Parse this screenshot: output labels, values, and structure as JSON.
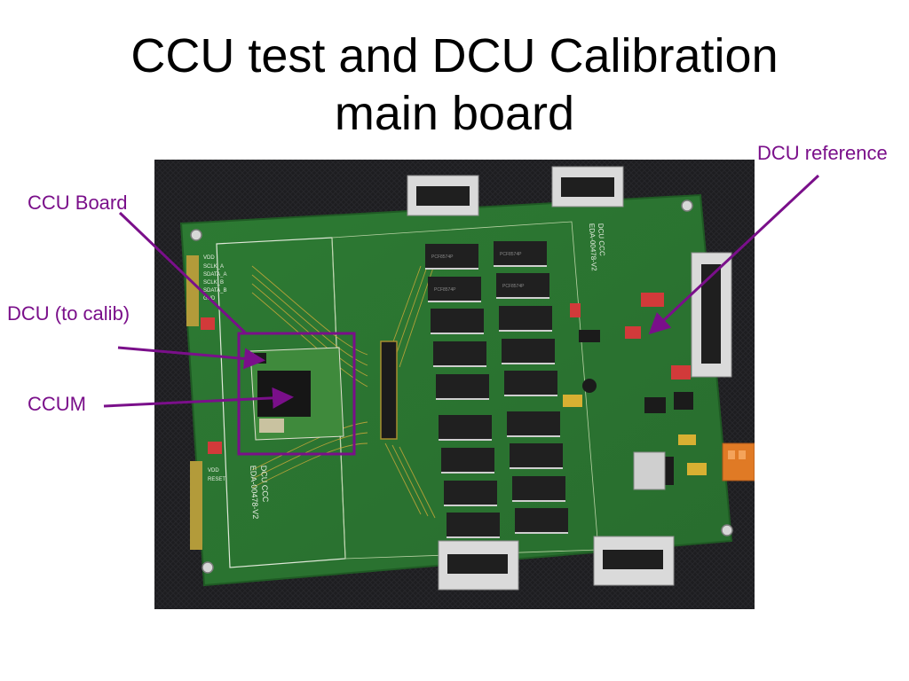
{
  "slide": {
    "title_line1": "CCU test and DCU Calibration",
    "title_line2": "main board"
  },
  "callouts": {
    "ccu_board": "CCU Board",
    "dcu_to_calib": "DCU (to calib)",
    "ccum": "CCUM",
    "dcu_reference": "DCU reference"
  },
  "pcb_silkscreen": {
    "board_name": "DCU CCC",
    "board_id": "EDA-00478-V2",
    "chip_marking": "PCF8574P",
    "pins_left": [
      "VDD",
      "SCLK_A",
      "SDATA_A",
      "SCLK_B",
      "SDATA_B",
      "GND"
    ],
    "pins_bottom_left": [
      "VDD",
      "RESET"
    ]
  },
  "colors": {
    "callout_text": "#7a0f8a",
    "arrow": "#7a0f8a",
    "pcb_green": "#2f7a33",
    "background_cloth": "#1c1c1e"
  }
}
